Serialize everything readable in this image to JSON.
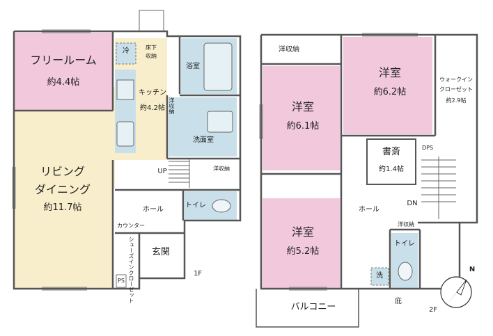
{
  "floor1": {
    "label": "1F",
    "rooms": {
      "free_room": {
        "name": "フリールーム",
        "size": "約4.4帖"
      },
      "living": {
        "name1": "リビング",
        "name2": "ダイニング",
        "size": "約11.7帖"
      },
      "kitchen": {
        "name": "キッチン",
        "size": "約4.2帖"
      },
      "fridge": "冷",
      "underfloor": {
        "line1": "床下",
        "line2": "収納"
      },
      "bath": "浴室",
      "washroom": "洗面室",
      "western_storage_vertical": "洋収納",
      "western_storage": "洋収納",
      "hall": "ホール",
      "toilet": "トイレ",
      "entrance": "玄関",
      "shoes_closet": "シューズインクローゼット",
      "counter": "カウンター",
      "ps": "PS",
      "up": "UP"
    }
  },
  "floor2": {
    "label": "2F",
    "rooms": {
      "storage_top": "洋収納",
      "western_a": {
        "name": "洋室",
        "size": "約6.1帖"
      },
      "western_b": {
        "name": "洋室",
        "size": "約6.2帖"
      },
      "western_c": {
        "name": "洋室",
        "size": "約5.2帖"
      },
      "walk_in": {
        "line1": "ウォークイン",
        "line2": "クローゼット",
        "size": "約2.9帖"
      },
      "study": {
        "name": "書斎",
        "size": "約1.4帖"
      },
      "dps": "DPS",
      "hall": "ホール",
      "dn": "DN",
      "storage_small": "洋収納",
      "toilet": "トイレ",
      "wash": "洗",
      "balcony": "バルコニー",
      "eave": "庇"
    }
  },
  "compass": "N",
  "colors": {
    "pink": "#f2c8dc",
    "beige": "#f8eecb",
    "blue": "#c9e0ea",
    "wall": "#555555"
  }
}
